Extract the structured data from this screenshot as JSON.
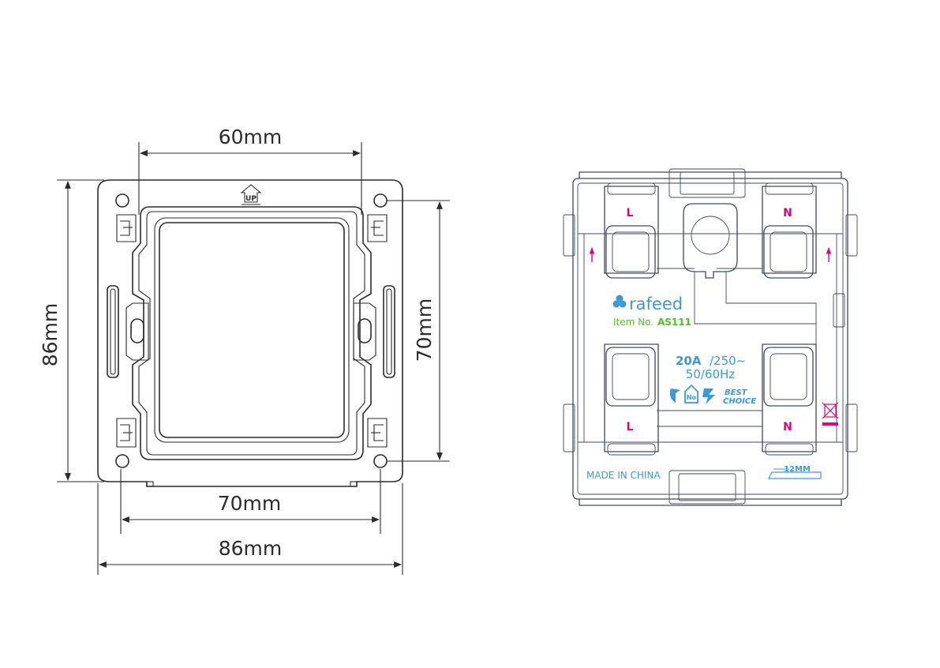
{
  "frame_drawing": {
    "dim_top": "60mm",
    "dim_left": "86mm",
    "dim_right": "70mm",
    "dim_bottom_inner": "70mm",
    "dim_bottom_outer": "86mm",
    "up_mark": "UP"
  },
  "module_drawing": {
    "terminal_top_left": "L",
    "terminal_top_right": "N",
    "terminal_bottom_left": "L",
    "terminal_bottom_right": "N",
    "brand": "rafeed",
    "item_label": "Item No.",
    "item_number": "AS111",
    "rating_current": "20A",
    "rating_voltage": "/250~",
    "rating_freq": "50/60Hz",
    "best_choice_1": "BEST",
    "best_choice_2": "CHOICE",
    "cert_mark": "No",
    "made_in": "MADE IN CHINA",
    "strip_length": "12MM",
    "colors": {
      "terminal_label": "#e4007c",
      "brand": "#3a9ad9",
      "item": "#4fc21b",
      "line": "#404a5a"
    }
  }
}
